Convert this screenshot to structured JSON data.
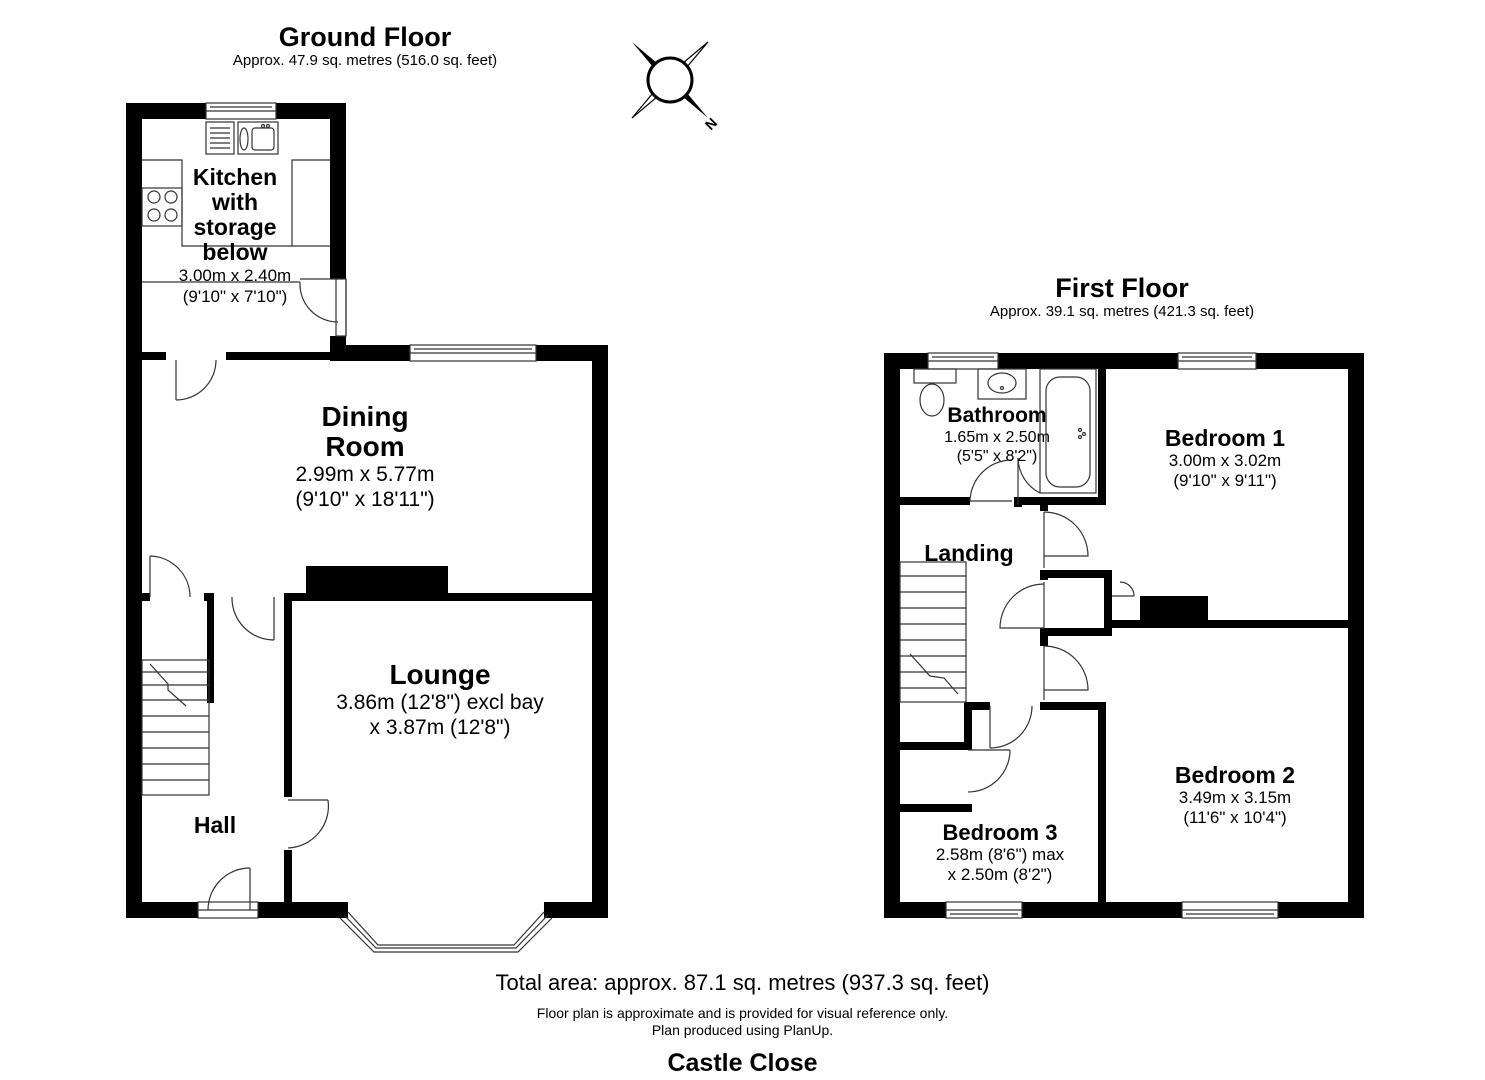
{
  "ground_floor": {
    "title": "Ground Floor",
    "area": "Approx. 47.9 sq. metres (516.0 sq. feet)",
    "rooms": {
      "kitchen": {
        "name_lines": [
          "Kitchen",
          "with",
          "storage",
          "below"
        ],
        "dim1": "3.00m x 2.40m",
        "dim2": "(9'10\" x 7'10\")"
      },
      "dining": {
        "name_lines": [
          "Dining",
          "Room"
        ],
        "dim1": "2.99m x 5.77m",
        "dim2": "(9'10\" x 18'11\")"
      },
      "lounge": {
        "name": "Lounge",
        "dim1": "3.86m (12'8\") excl bay",
        "dim2": "x 3.87m (12'8\")"
      },
      "hall": {
        "name": "Hall"
      }
    }
  },
  "first_floor": {
    "title": "First Floor",
    "area": "Approx. 39.1 sq. metres (421.3 sq. feet)",
    "rooms": {
      "bathroom": {
        "name": "Bathroom",
        "dim1": "1.65m x 2.50m",
        "dim2": "(5'5\" x 8'2\")"
      },
      "bedroom1": {
        "name": "Bedroom 1",
        "dim1": "3.00m x 3.02m",
        "dim2": "(9'10\" x 9'11\")"
      },
      "landing": {
        "name": "Landing"
      },
      "bedroom2": {
        "name": "Bedroom 2",
        "dim1": "3.49m x 3.15m",
        "dim2": "(11'6\" x 10'4\")"
      },
      "bedroom3": {
        "name": "Bedroom 3",
        "dim1": "2.58m (8'6\") max",
        "dim2": "x 2.50m (8'2\")"
      }
    }
  },
  "compass": {
    "label": "N",
    "icon": "compass-rose-icon"
  },
  "footer": {
    "total_area": "Total area: approx. 87.1 sq. metres (937.3 sq. feet)",
    "disclaimer": "Floor plan is approximate and is provided for visual reference only.",
    "produced": "Plan produced using PlanUp.",
    "property_name": "Castle Close"
  },
  "colors": {
    "wall": "#000000",
    "fixture_line": "#333333",
    "background": "#ffffff"
  }
}
